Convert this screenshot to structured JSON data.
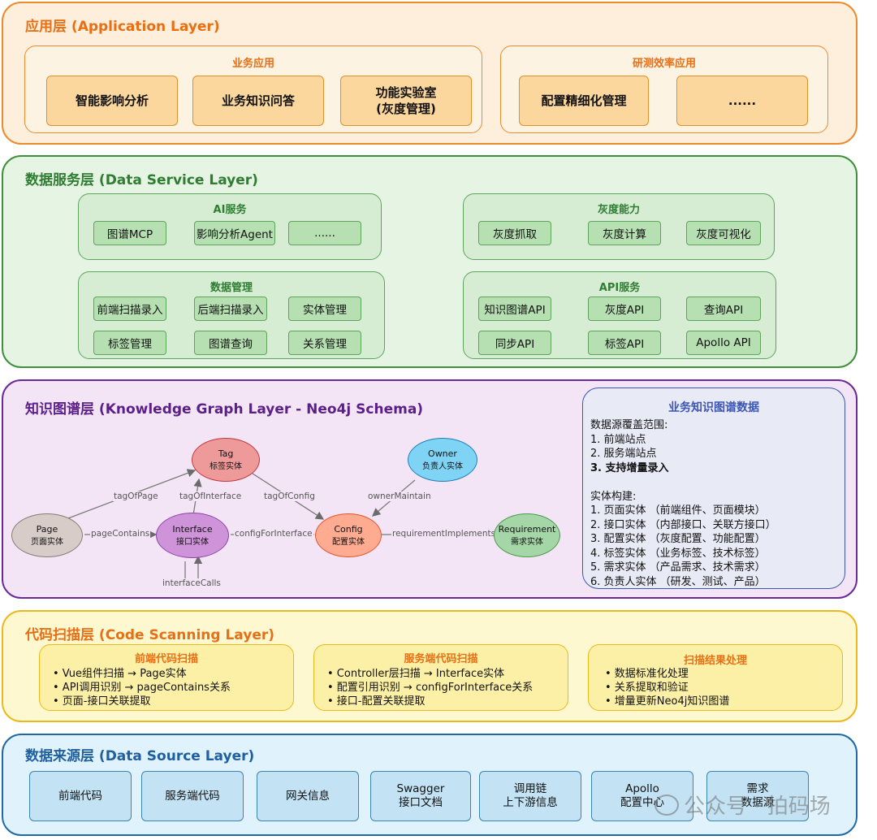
{
  "application_layer": {
    "title": "应用层 (Application Layer)",
    "business": {
      "title": "业务应用",
      "items": [
        "智能影响分析",
        "业务知识问答",
        "功能实验室\n(灰度管理)"
      ]
    },
    "efficiency": {
      "title": "研测效率应用",
      "items": [
        "配置精细化管理",
        "......"
      ]
    }
  },
  "data_service_layer": {
    "title": "数据服务层 (Data Service Layer)",
    "ai": {
      "title": "AI服务",
      "items": [
        "图谱MCP",
        "影响分析Agent",
        "......"
      ]
    },
    "gray": {
      "title": "灰度能力",
      "items": [
        "灰度抓取",
        "灰度计算",
        "灰度可视化"
      ]
    },
    "data_mgmt": {
      "title": "数据管理",
      "items": [
        "前端扫描录入",
        "后端扫描录入",
        "实体管理",
        "标签管理",
        "图谱查询",
        "关系管理"
      ]
    },
    "api": {
      "title": "API服务",
      "items": [
        "知识图谱API",
        "灰度API",
        "查询API",
        "同步API",
        "标签API",
        "Apollo API"
      ]
    }
  },
  "kg_layer": {
    "title": "知识图谱层 (Knowledge Graph Layer - Neo4j Schema)",
    "nodes": {
      "tag": {
        "name": "Tag",
        "sub": "标签实体"
      },
      "owner": {
        "name": "Owner",
        "sub": "负责人实体"
      },
      "page": {
        "name": "Page",
        "sub": "页面实体"
      },
      "interface": {
        "name": "Interface",
        "sub": "接口实体"
      },
      "config": {
        "name": "Config",
        "sub": "配置实体"
      },
      "requirement": {
        "name": "Requirement",
        "sub": "需求实体"
      }
    },
    "edges": {
      "tagOfPage": "tagOfPage",
      "tagOfInterface": "tagOfInterface",
      "tagOfConfig": "tagOfConfig",
      "ownerMaintain": "ownerMaintain",
      "pageContains": "pageContains",
      "configForInterface": "configForInterface",
      "requirementImplements": "requirementImplements",
      "interfaceCalls": "interfaceCalls"
    },
    "info": {
      "title": "业务知识图谱数据",
      "lines": [
        "数据源覆盖范围:",
        "1. 前端站点",
        "2. 服务端站点",
        "3. 支持增量录入",
        "",
        "实体构建:",
        "1. 页面实体 （前端组件、页面模块）",
        "2. 接口实体 （内部接口、关联方接口）",
        "3. 配置实体 （灰度配置、功能配置）",
        "4. 标签实体 （业务标签、技术标签）",
        "5. 需求实体 （产品需求、技术需求）",
        "6. 负责人实体 （研发、测试、产品）"
      ]
    }
  },
  "code_scan_layer": {
    "title": "代码扫描层 (Code Scanning Layer)",
    "frontend": {
      "title": "前端代码扫描",
      "items": [
        "• Vue组件扫描 → Page实体",
        "• API调用识别 → pageContains关系",
        "• 页面-接口关联提取"
      ]
    },
    "backend": {
      "title": "服务端代码扫描",
      "items": [
        "• Controller层扫描 → Interface实体",
        "• 配置引用识别 → configForInterface关系",
        "• 接口-配置关联提取"
      ]
    },
    "result": {
      "title": "扫描结果处理",
      "items": [
        "• 数据标准化处理",
        "• 关系提取和验证",
        "• 增量更新Neo4j知识图谱"
      ]
    }
  },
  "data_source_layer": {
    "title": "数据来源层 (Data Source Layer)",
    "items": [
      "前端代码",
      "服务端代码",
      "网关信息",
      "Swagger\n接口文档",
      "调用链\n上下游信息",
      "Apollo\n配置中心",
      "需求\n数据源"
    ]
  },
  "watermark": "公众号 · 拍码场"
}
